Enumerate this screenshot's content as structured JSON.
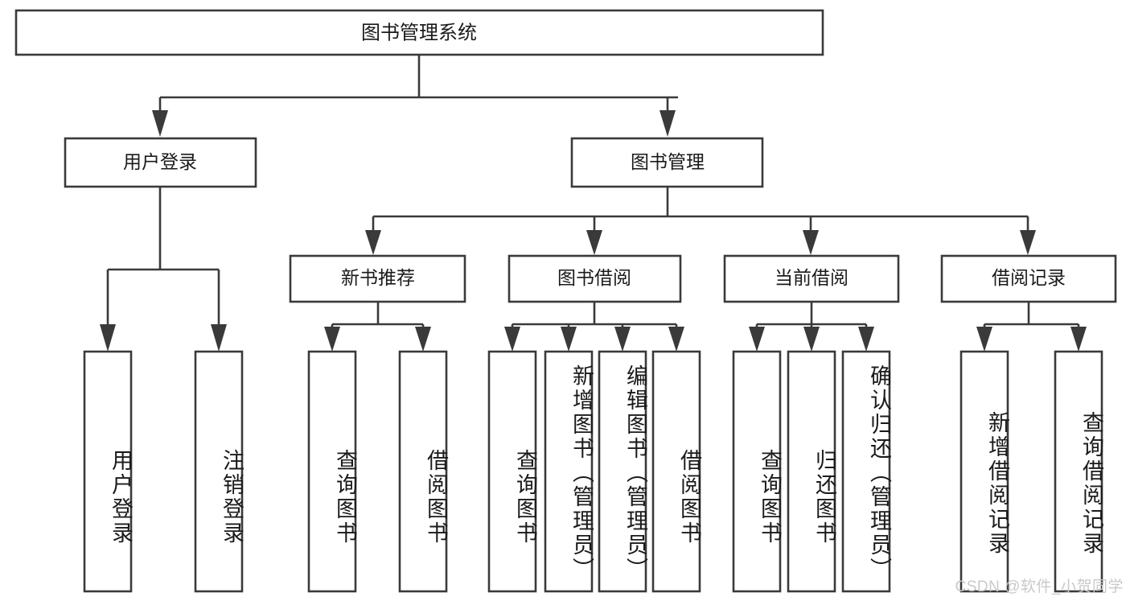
{
  "diagram": {
    "kind": "functional-structure-tree",
    "title_node": {
      "id": "root",
      "label": "图书管理系统"
    },
    "level1": [
      {
        "id": "user-login",
        "label": "用户登录"
      },
      {
        "id": "book-management",
        "label": "图书管理"
      }
    ],
    "level2": [
      {
        "id": "new-book-recommend",
        "label": "新书推荐",
        "parent": "book-management"
      },
      {
        "id": "book-borrow",
        "label": "图书借阅",
        "parent": "book-management"
      },
      {
        "id": "current-borrow",
        "label": "当前借阅",
        "parent": "book-management"
      },
      {
        "id": "borrow-record",
        "label": "借阅记录",
        "parent": "book-management"
      }
    ],
    "leaves": [
      {
        "id": "leaf-user-login",
        "label": "用户登录",
        "parent": "user-login"
      },
      {
        "id": "leaf-user-logout",
        "label": "注销登录",
        "parent": "user-login"
      },
      {
        "id": "leaf-query-book-1",
        "label": "查询图书",
        "parent": "new-book-recommend"
      },
      {
        "id": "leaf-borrow-book-1",
        "label": "借阅图书",
        "parent": "new-book-recommend"
      },
      {
        "id": "leaf-query-book-2",
        "label": "查询图书",
        "parent": "book-borrow"
      },
      {
        "id": "leaf-add-book",
        "label": "新增图书（管理员）",
        "parent": "book-borrow"
      },
      {
        "id": "leaf-edit-book",
        "label": "编辑图书（管理员）",
        "parent": "book-borrow"
      },
      {
        "id": "leaf-borrow-book-2",
        "label": "借阅图书",
        "parent": "book-borrow"
      },
      {
        "id": "leaf-query-book-3",
        "label": "查询图书",
        "parent": "current-borrow"
      },
      {
        "id": "leaf-return-book",
        "label": "归还图书",
        "parent": "current-borrow"
      },
      {
        "id": "leaf-confirm-return",
        "label": "确认归还（管理员）",
        "parent": "current-borrow"
      },
      {
        "id": "leaf-add-record",
        "label": "新增借阅记录",
        "parent": "borrow-record"
      },
      {
        "id": "leaf-query-record",
        "label": "查询借阅记录",
        "parent": "borrow-record"
      }
    ]
  },
  "watermark": {
    "text": "CSDN @软件_小贺同学"
  },
  "colors": {
    "stroke": "#3a3a3a",
    "fill": "#ffffff",
    "text": "#1a1a1a",
    "watermark": "#c9c9c9"
  }
}
